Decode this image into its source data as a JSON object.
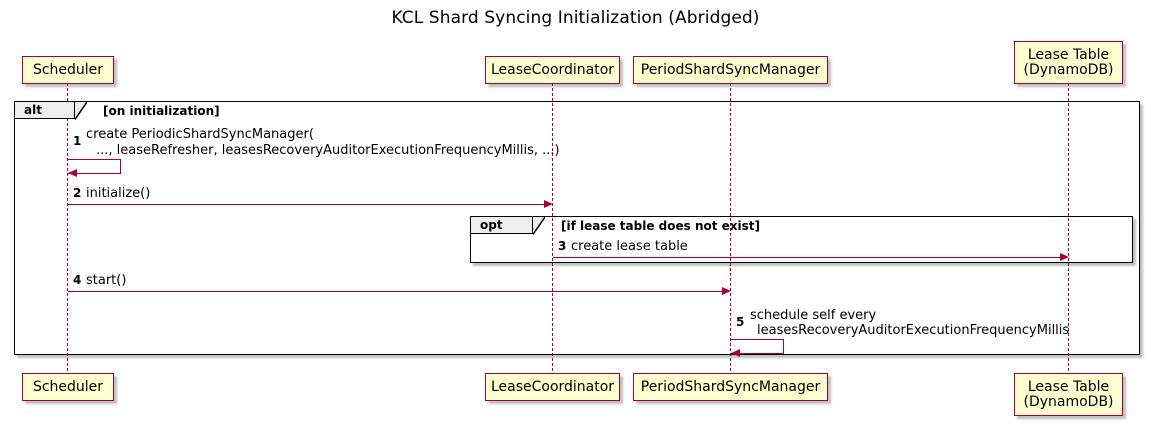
{
  "diagram": {
    "title": "KCL Shard Syncing Initialization (Abridged)",
    "type": "sequence-diagram",
    "colors": {
      "participant_fill": "#FEFECE",
      "participant_border": "#A80036",
      "arrow": "#A80036",
      "fragment_border": "#000000",
      "fragment_tab_fill": "#EEEEEE"
    }
  },
  "participants": [
    {
      "id": "scheduler",
      "label_lines": [
        "Scheduler"
      ]
    },
    {
      "id": "lease-coordinator",
      "label_lines": [
        "LeaseCoordinator"
      ]
    },
    {
      "id": "period-shard-sync-manager",
      "label_lines": [
        "PeriodShardSyncManager"
      ]
    },
    {
      "id": "lease-table",
      "label_lines": [
        "Lease Table",
        "(DynamoDB)"
      ]
    }
  ],
  "fragments": [
    {
      "id": "alt",
      "operator": "alt",
      "guard": "[on initialization]"
    },
    {
      "id": "opt",
      "operator": "opt",
      "guard": "[if lease table does not exist]"
    }
  ],
  "messages": [
    {
      "number": "1",
      "from": "scheduler",
      "to": "scheduler",
      "self": true,
      "text_lines": [
        "create PeriodicShardSyncManager(",
        "..., leaseRefresher, leasesRecoveryAuditorExecutionFrequencyMillis, ...)"
      ]
    },
    {
      "number": "2",
      "from": "scheduler",
      "to": "lease-coordinator",
      "self": false,
      "text_lines": [
        "initialize()"
      ]
    },
    {
      "number": "3",
      "from": "lease-coordinator",
      "to": "lease-table",
      "self": false,
      "text_lines": [
        "create lease table"
      ]
    },
    {
      "number": "4",
      "from": "scheduler",
      "to": "period-shard-sync-manager",
      "self": false,
      "text_lines": [
        "start()"
      ]
    },
    {
      "number": "5",
      "from": "period-shard-sync-manager",
      "to": "period-shard-sync-manager",
      "self": true,
      "text_lines": [
        "schedule self every",
        "leasesRecoveryAuditorExecutionFrequencyMillis"
      ]
    }
  ]
}
